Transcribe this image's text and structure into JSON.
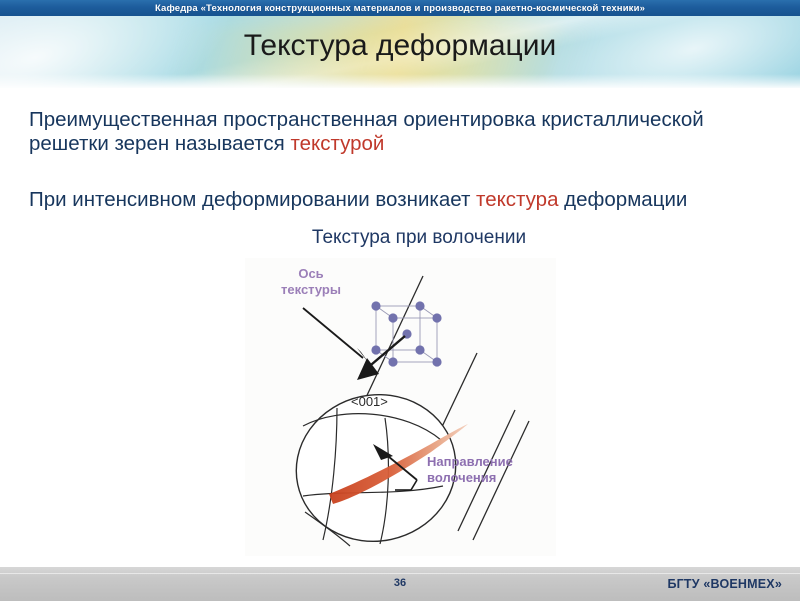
{
  "header": {
    "department_bar_text": "Кафедра  «Технология конструкционных материалов и производство ракетно-космической техники»",
    "bar_bg_color": "#1d5c9c",
    "bar_text_color": "#ffffff"
  },
  "title": {
    "text": "Текстура деформации",
    "color": "#1a1a1a"
  },
  "body": {
    "paragraph_1": {
      "part_1": "Преимущественная пространственная ориентировка кристаллической решетки зерен называется ",
      "highlight": "текстурой",
      "part_2": ""
    },
    "paragraph_2": {
      "part_1": "При интенсивном деформировании возникает ",
      "highlight": "текстура",
      "part_2": " деформации"
    },
    "subcaption": "Текстура при волочении",
    "text_color": "#17365d",
    "highlight_color": "#c0392b"
  },
  "figure": {
    "label_texture_axis": "Ось текстуры",
    "label_drawing_direction": "Направление волочения",
    "label_crystal_direction": "<001>",
    "label_color": "#9b7fb8",
    "direction_label_color": "#8d6fb0",
    "grain_arrow_color": "#d4502a",
    "lattice_atom_color": "#6f6fa8"
  },
  "footer": {
    "page_number": "36",
    "brand": "БГТУ «ВОЕНМЕХ»",
    "text_color": "#1f3864",
    "bg_color": "#c2c2c2"
  }
}
